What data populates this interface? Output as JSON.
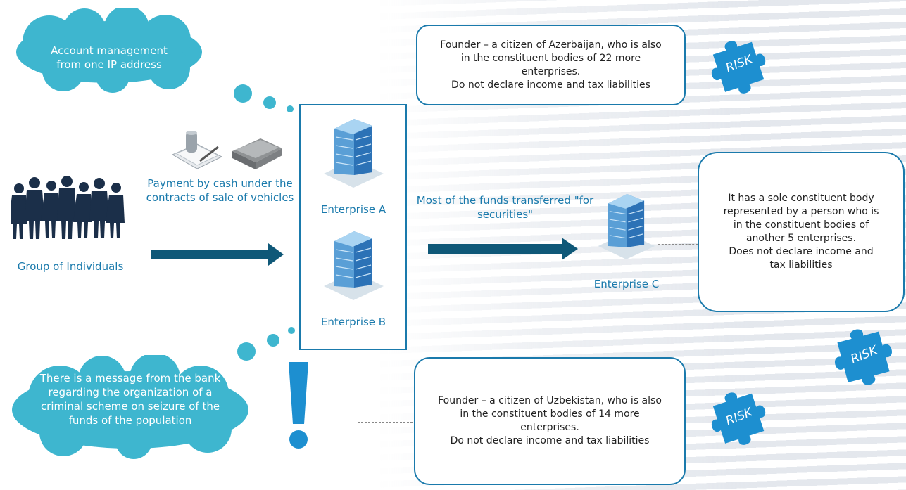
{
  "clouds": {
    "top": "Account management\nfrom one IP address",
    "bottom": "There is a message from the bank\nregarding the organization of a\ncriminal scheme on seizure of the\nfunds of the population"
  },
  "group_label": "Group of Individuals",
  "payment_label": "Payment by cash under the\ncontracts of sale of vehicles",
  "enterprises": {
    "a": "Enterprise A",
    "b": "Enterprise B",
    "c": "Enterprise C"
  },
  "transfer_label": "Most of the funds transferred \"for\nsecurities\"",
  "info_boxes": {
    "top": "Founder – a citizen of Azerbaijan, who is also\nin the constituent bodies of 22 more\nenterprises.\nDo not declare income and tax liabilities",
    "right": "It has a sole constituent body\nrepresented by a person who is\nin the constituent bodies of\nanother 5 enterprises.\nDoes not declare income and\ntax liabilities",
    "bottom": "Founder – a citizen of Uzbekistan, who is also\nin the constituent bodies of 14 more\nenterprises.\nDo not declare income and tax liabilities"
  },
  "risk_label": "RISK",
  "alert_symbol": "!",
  "colors": {
    "cloud": "#3eb6cf",
    "accent": "#1a7aac",
    "arrow": "#0f5878",
    "puzzle": "#1d8fd0",
    "silhouette": "#1b2f49"
  },
  "icons": [
    "building-icon",
    "documents-pen-icon",
    "cash-bundle-icon",
    "people-silhouette-icon",
    "puzzle-piece-icon",
    "exclamation-icon"
  ]
}
